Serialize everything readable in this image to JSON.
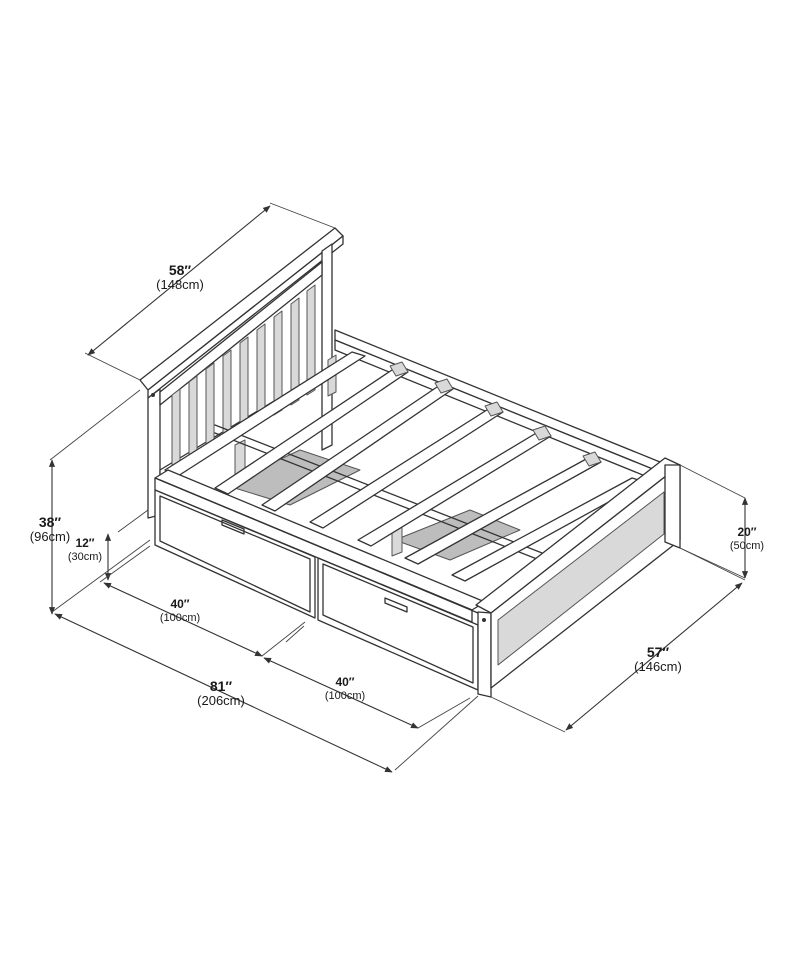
{
  "dimensions": {
    "headboard_width": {
      "inches": "58″",
      "cm": "(148cm)"
    },
    "headboard_height": {
      "inches": "38″",
      "cm": "(96cm)"
    },
    "clearance": {
      "inches": "12″",
      "cm": "(30cm)"
    },
    "drawer_1": {
      "inches": "40″",
      "cm": "(100cm)"
    },
    "drawer_2": {
      "inches": "40″",
      "cm": "(100cm)"
    },
    "length": {
      "inches": "81″",
      "cm": "(206cm)"
    },
    "footboard_height": {
      "inches": "20″",
      "cm": "(50cm)"
    },
    "width": {
      "inches": "57″",
      "cm": "(146cm)"
    }
  },
  "colors": {
    "line": "#333333",
    "panel": "#ffffff",
    "shade": "#d9d9d9"
  }
}
